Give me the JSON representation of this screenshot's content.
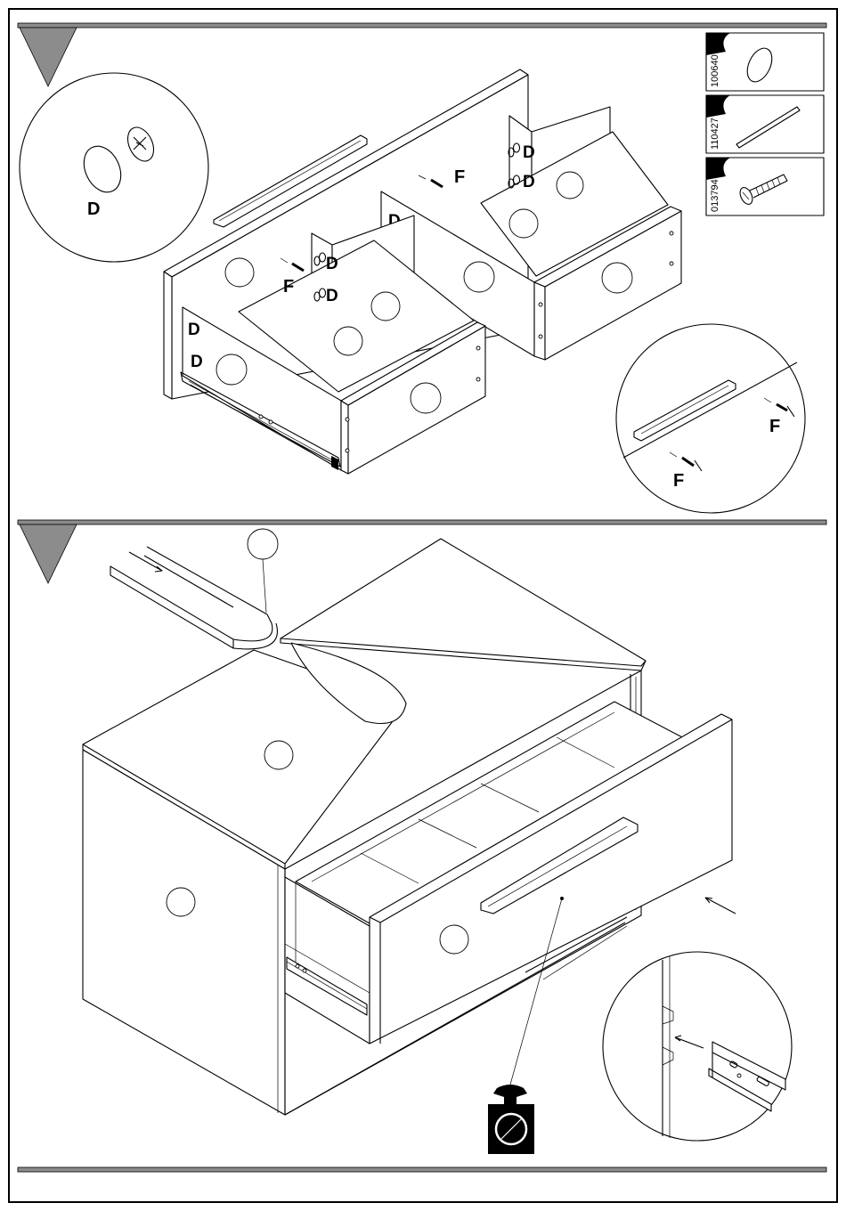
{
  "parts": [
    {
      "code": "100640",
      "icon": "cap-disc-icon"
    },
    {
      "code": "110427",
      "icon": "handle-bar-icon"
    },
    {
      "code": "013794",
      "icon": "screw-icon"
    }
  ],
  "labels": {
    "cap": "D",
    "screw": "F"
  },
  "colors": {
    "ink": "#000000",
    "rule": "#8c8c8c",
    "paper": "#ffffff"
  }
}
